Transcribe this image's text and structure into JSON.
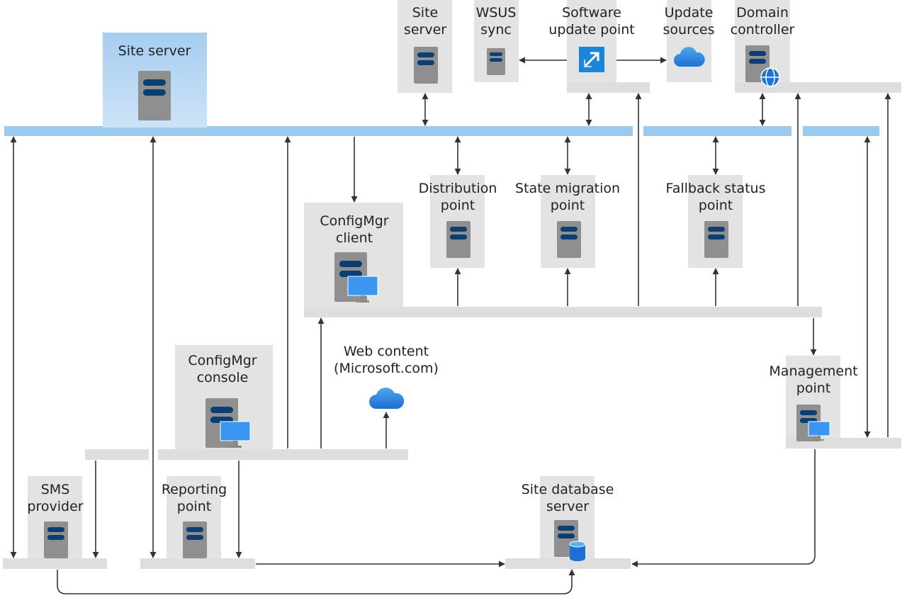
{
  "nodes": {
    "site_server_main": "Site server",
    "site_server_top": "Site\nserver",
    "wsus_sync": "WSUS\nsync",
    "software_update_point": "Software\nupdate point",
    "update_sources": "Update\nsources",
    "domain_controller": "Domain\ncontroller",
    "distribution_point": "Distribution\npoint",
    "state_migration_point": "State migration\npoint",
    "fallback_status_point": "Fallback status\npoint",
    "configmgr_client": "ConfigMgr\nclient",
    "configmgr_console": "ConfigMgr\nconsole",
    "web_content": "Web content\n(Microsoft.com)",
    "management_point": "Management\npoint",
    "sms_provider": "SMS\nprovider",
    "reporting_point": "Reporting\npoint",
    "site_database_server": "Site database\nserver"
  },
  "colors": {
    "node_bg": "#e3e3e3",
    "bus_blue": "#9ccaec",
    "server_body": "#8f8f8f",
    "server_slot": "#0b3f73",
    "arrow": "#333333"
  }
}
